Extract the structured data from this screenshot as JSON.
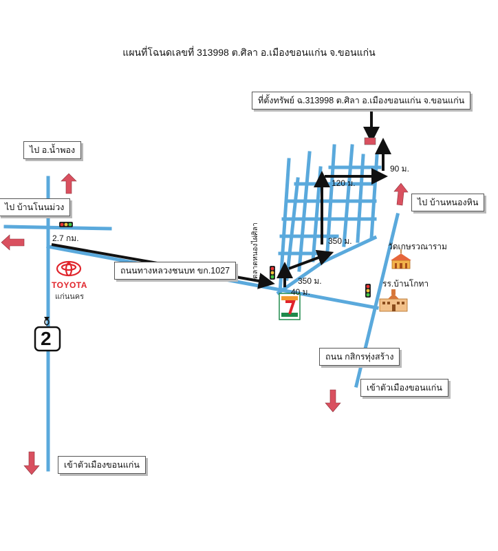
{
  "title": "แผนที่โฉนดเลขที่ 313998 ต.ศิลา อ.เมืองขอนแก่น จ.ขอนแก่น",
  "property_label": "ที่ตั้งทรัพย์ ฉ.313998 ต.ศิลา อ.เมืองขอนแก่น จ.ขอนแก่น",
  "labels": {
    "to_nam_phong": "ไป อ.น้ำพอง",
    "to_ban_non_muang": "ไป บ้านโนนม่วง",
    "to_ban_nong_hin": "ไป บ้านหนองหิน",
    "highway_1027": "ถนนทางหลวงชนบท ขก.1027",
    "road_kasikorn": "ถนน กสิกรทุ่งสร้าง",
    "to_city_right": "เข้าตัวเมืองขอนแก่น",
    "to_city_left": "เข้าตัวเมืองขอนแก่น",
    "market": "ตลาดหนองไผ่ศิลา",
    "temple": "วัดเกษรวณาราม",
    "school": "รร.บ้านโกทา",
    "toyota_brand": "TOYOTA",
    "toyota_branch": "แก่นนคร",
    "highway_number": "2"
  },
  "distances": {
    "d_2_7km": "2.7 กม.",
    "d_350_upper": "350 ม.",
    "d_350_lower": "350 ม.",
    "d_40": "40 ม.",
    "d_120": "120 ม.",
    "d_90": "90 ม."
  },
  "colors": {
    "road": "#5aa9dc",
    "arrow_red": "#d9505f",
    "route_arrow": "#111111",
    "property_marker": "#d9505f",
    "toyota_red": "#e0242b"
  },
  "icons": [
    "traffic-light-icon",
    "seven-eleven-icon",
    "toyota-logo-icon",
    "highway-shield-icon",
    "temple-icon",
    "school-icon"
  ]
}
